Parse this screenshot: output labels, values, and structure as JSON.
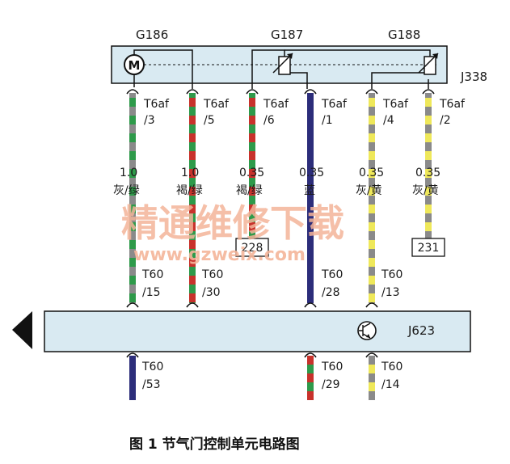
{
  "components": {
    "top_labels": [
      "G186",
      "G187",
      "G188"
    ],
    "j338": "J338",
    "j623": "J623",
    "motor_symbol": "M"
  },
  "top_pins": [
    {
      "conn": "T6af",
      "pin": "/3"
    },
    {
      "conn": "T6af",
      "pin": "/5"
    },
    {
      "conn": "T6af",
      "pin": "/6"
    },
    {
      "conn": "T6af",
      "pin": "/1"
    },
    {
      "conn": "T6af",
      "pin": "/4"
    },
    {
      "conn": "T6af",
      "pin": "/2"
    }
  ],
  "wire_specs": [
    {
      "size": "1.0",
      "color": "灰/绿"
    },
    {
      "size": "1.0",
      "color": "褐/绿"
    },
    {
      "size": "0.35",
      "color": "褐/绿"
    },
    {
      "size": "0.35",
      "color": "蓝"
    },
    {
      "size": "0.35",
      "color": "灰/黄"
    },
    {
      "size": "0.35",
      "color": "灰/黄"
    }
  ],
  "junctions": [
    "228",
    "231"
  ],
  "ecu_in_pins": [
    {
      "conn": "T60",
      "pin": "/15"
    },
    {
      "conn": "T60",
      "pin": "/30"
    },
    {
      "conn": "T60",
      "pin": "/28"
    },
    {
      "conn": "T60",
      "pin": "/13"
    }
  ],
  "ecu_out_pins": [
    {
      "conn": "T60",
      "pin": "/53"
    },
    {
      "conn": "T60",
      "pin": "/29"
    },
    {
      "conn": "T60",
      "pin": "/14"
    }
  ],
  "watermark": {
    "cn": "精通维修下载",
    "url": "www.gzweix.com"
  },
  "caption": "图 1   节气门控制单元电路图",
  "colors": {
    "grey": "#8a8a8a",
    "green": "#2e9a4a",
    "brown": "#c8322c",
    "blue": "#2c2d7a",
    "yellow": "#efe85a",
    "box_fill": "#d9eaf2",
    "accent": "#111111"
  }
}
